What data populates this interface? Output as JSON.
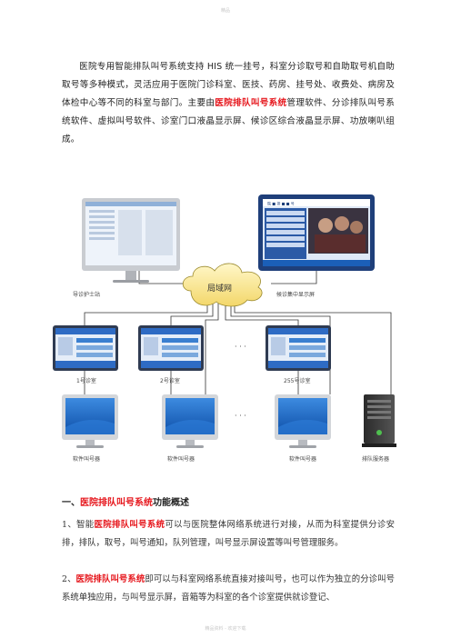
{
  "watermark_top": "精品",
  "watermark_bottom": "精品资料 - 欢迎下载",
  "intro": {
    "part1": "医院专用智能排队叫号系统支持 HIS 统一挂号，科室分诊取号和自助取号机自助取号等多种模式，灵活应用于医院门诊科室、医技、药房、挂号处、收费处、病房及体检中心等不同的科室与部门。主要由",
    "highlight": "医院排队叫号系统",
    "part2": "管理软件、分诊排队叫号系统软件、虚拟叫号软件、诊室门口液晶显示屏、候诊区综合液晶显示屏、功放喇叭组成。"
  },
  "diagram": {
    "nurse_station": "导诊护士站",
    "network": "局域网",
    "waiting_display": "候诊集中显示屏",
    "room1": "1号诊室",
    "room2": "2号诊室",
    "room255": "255号诊室",
    "caller1": "软件叫号器",
    "caller2": "软件叫号器",
    "caller3": "软件叫号器",
    "server": "排队服务器",
    "ellipsis1": "· · ·",
    "ellipsis2": "· · ·",
    "display_title": "院 ■ 排 ■ ■ 号"
  },
  "section": {
    "prefix": "一、",
    "highlight": "医院排队叫号系统",
    "suffix": "功能概述"
  },
  "paragraphs": {
    "p1_prefix": "1、智能",
    "p1_highlight": "医院排队叫号系统",
    "p1_text": "可以与医院整体网络系统进行对接，从而为科室提供分诊安排，排队，取号，叫号通知，队列管理，叫号显示屏设置等叫号管理服务。",
    "p2_prefix": "2、",
    "p2_highlight": "医院排队叫号系统",
    "p2_text": "即可以与科室网络系统直接对接叫号，也可以作为独立的分诊叫号系统单独应用，与叫号显示屏，音箱等为科室的各个诊室提供就诊登记、"
  },
  "colors": {
    "highlight_red": "#e6161c",
    "screen_blue": "#1b5fb8",
    "display_frame": "#1f3f7a"
  }
}
